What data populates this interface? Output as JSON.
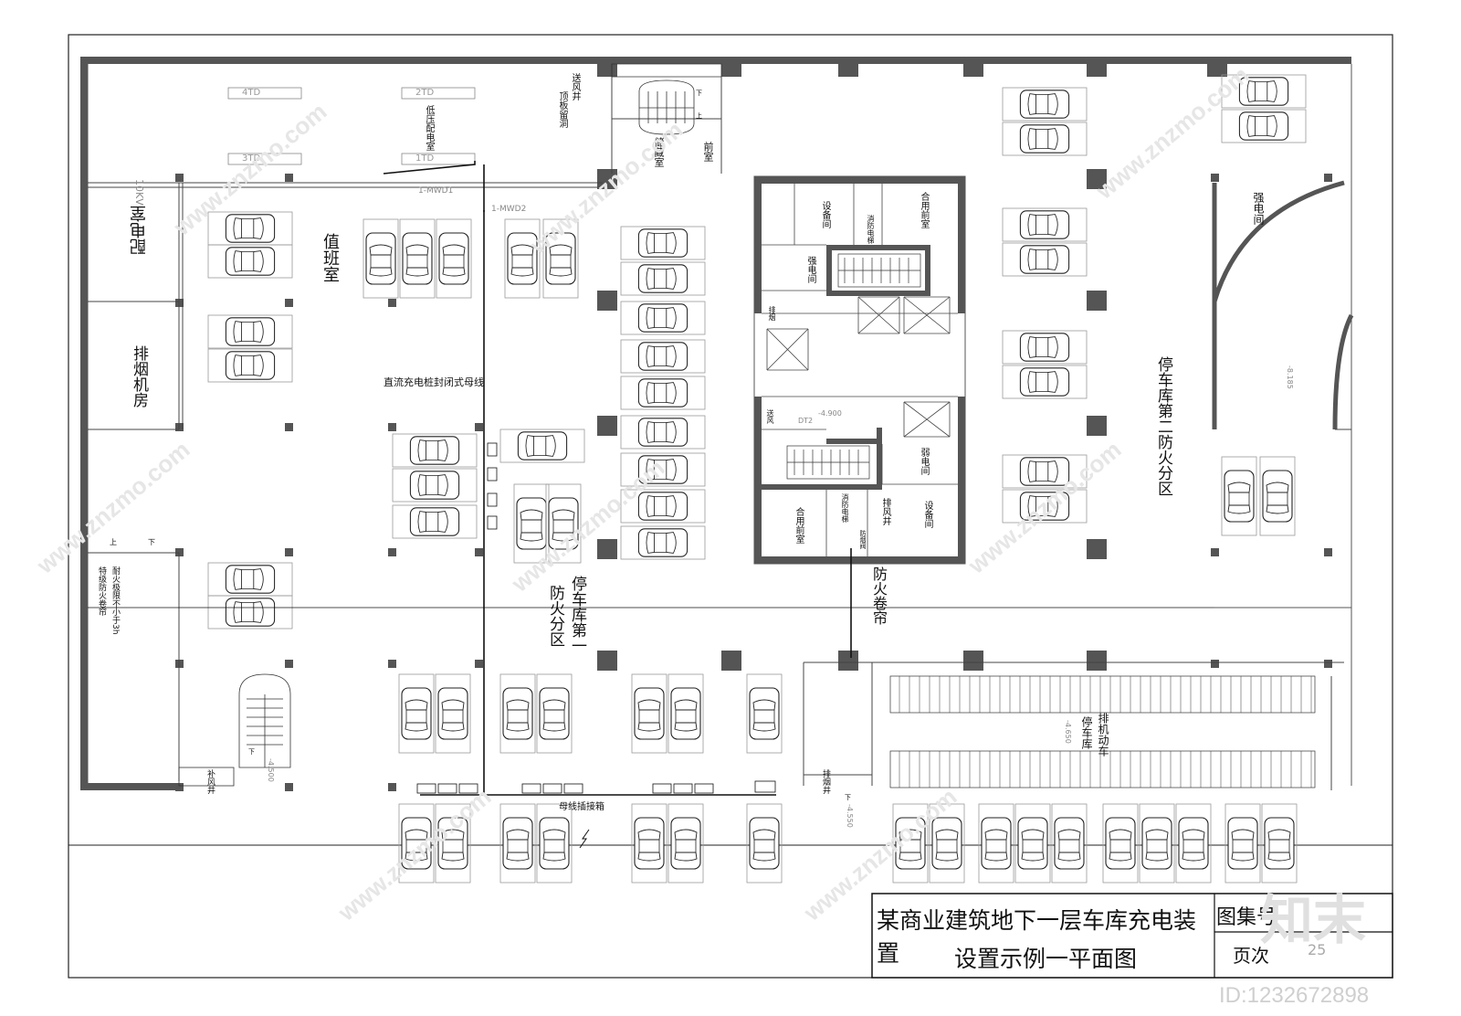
{
  "title_block": {
    "title_line1": "某商业建筑地下一层车库充电装置",
    "title_line2": "设置示例一平面图",
    "atlas_label": "图集号",
    "page_label": "页次",
    "page_number": "25"
  },
  "watermark": {
    "brand": "知末",
    "site": "www.znzmo.com",
    "id_text": "ID:1232672898"
  },
  "rooms": {
    "distribution_room": "配电室",
    "voltage_label": "10KV",
    "duty_room": "值班室",
    "smoke_fan_room": "排烟机房",
    "low_voltage_room": "低压配电室",
    "supply_shaft_roof": "送风井",
    "roof_opening": "顶板留洞",
    "storage": "储藏室",
    "front_room": "前室",
    "equipment_room_1": "设备间",
    "shared_front_room_1": "合用前室",
    "fire_elevator_1": "消防电梯",
    "strong_room_core": "强电间",
    "exhaust_small": "排烟",
    "weak_room": "弱电间",
    "shared_front_room_2": "合用前室",
    "fire_elevator_2": "消防电梯",
    "exhaust_shaft": "排风井",
    "equipment_room_2": "设备间",
    "strong_room_right": "强电间",
    "mech_parking": "排机动车",
    "mech_parking_2": "停车库",
    "fire_zone_1_a": "停车库第一",
    "fire_zone_1_b": "防火分区",
    "fire_zone_2": "停车库第二防火分区",
    "fire_shutter": "防火卷帘",
    "fire_shutter_note_1": "耐火极限不小于3h",
    "fire_shutter_note_2": "特级防火卷帘",
    "makeup_shaft": "补风井",
    "exhaust_smoke_shaft": "排烟井",
    "supply_air": "送风",
    "smoke_valve": "防烟阀"
  },
  "annotations": {
    "busway_label": "直流充电桩封闭式母线",
    "junction_box": "母线插接箱",
    "mwd1": "1-MWD1",
    "mwd2": "1-MWD2",
    "td4": "4TD",
    "td2": "2TD",
    "td3": "3TD",
    "td1": "1TD",
    "elev_4900": "-4.900",
    "elev_4550": "-4.550",
    "elev_4650": "-4.650",
    "elev_8185": "-8.185",
    "elev_4500": "-4.500",
    "dt2": "DT2",
    "up": "上",
    "down": "下"
  },
  "colors": {
    "line": "#1a1a1a",
    "wall": "#555555",
    "column": "#555555",
    "watermark": "#d9d9d9"
  }
}
